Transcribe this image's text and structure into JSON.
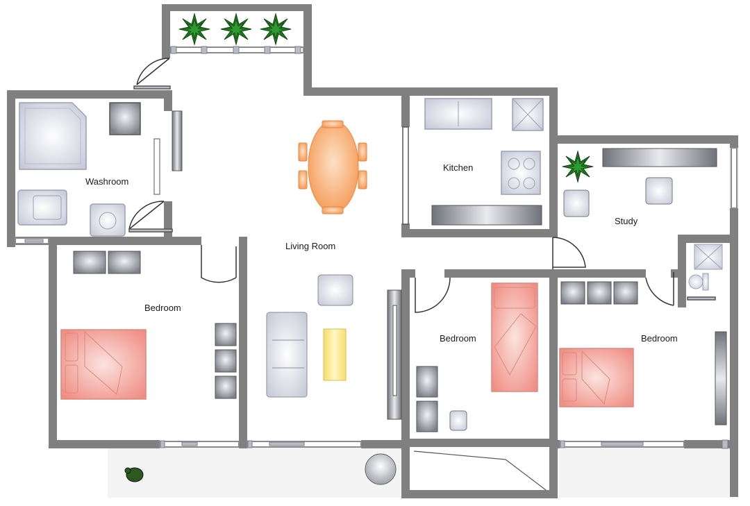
{
  "rooms": {
    "washroom": "Washroom",
    "kitchen": "Kitchen",
    "study": "Study",
    "living_room": "Living Room",
    "bedroom_left": "Bedroom",
    "bedroom_middle": "Bedroom",
    "bedroom_right": "Bedroom"
  },
  "colors": {
    "wall": "#808080",
    "bed": "#f4b6ad",
    "dining": "#f7a866",
    "sofa": "#d6d9e6",
    "rug": "#f7e27a",
    "plant": "#1e6b1e",
    "fixture": "#a9acb7"
  },
  "icons": [
    "plant-icon",
    "bed-icon",
    "sofa-icon",
    "dining-table-icon",
    "door-swing-icon",
    "window-icon",
    "bathtub-icon",
    "sink-icon",
    "stove-icon",
    "chair-icon",
    "turtle-icon"
  ]
}
